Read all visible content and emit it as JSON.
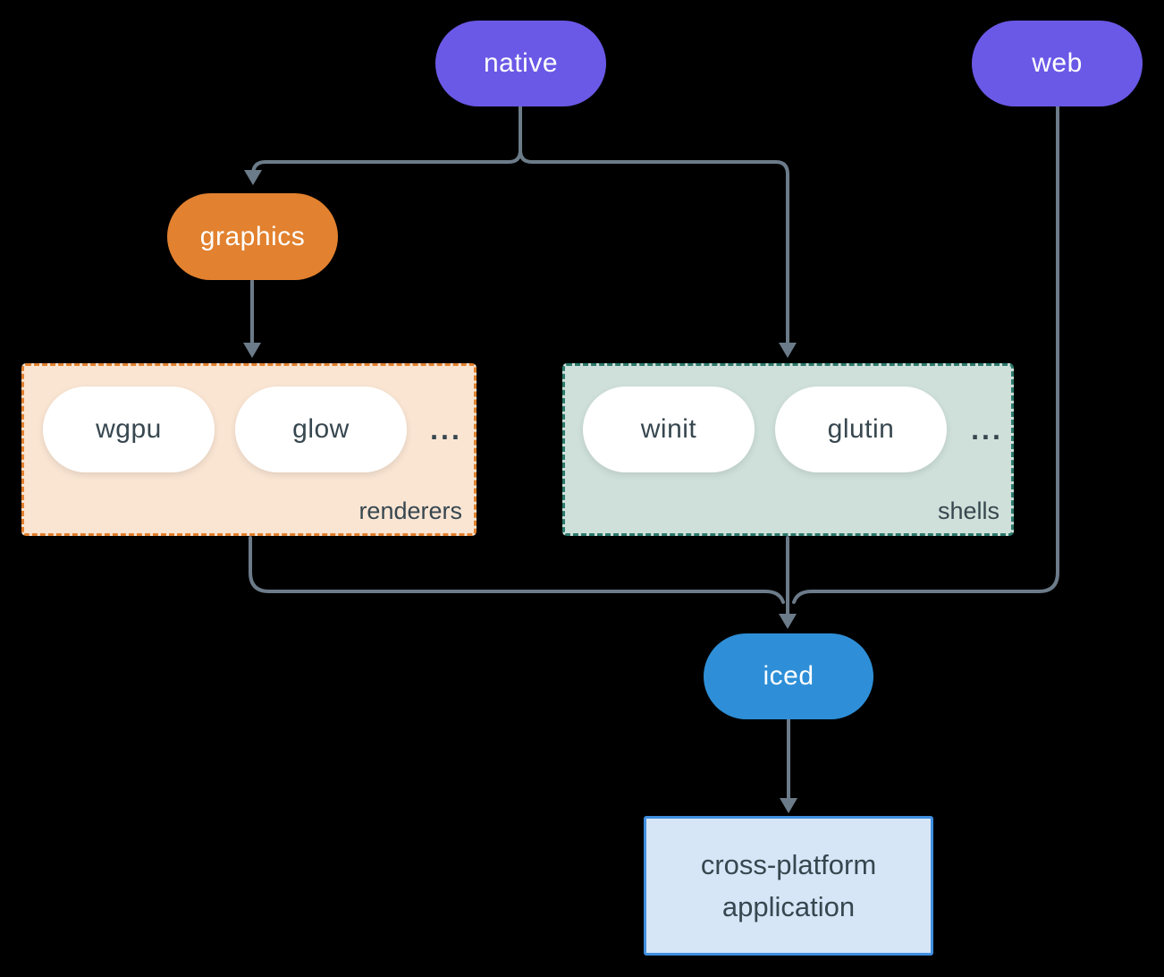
{
  "diagram": {
    "nodes": {
      "native": "native",
      "web": "web",
      "graphics": "graphics",
      "iced": "iced"
    },
    "groups": {
      "renderers": {
        "label": "renderers",
        "items": [
          "wgpu",
          "glow"
        ],
        "more": "..."
      },
      "shells": {
        "label": "shells",
        "items": [
          "winit",
          "glutin"
        ],
        "more": "..."
      }
    },
    "application": {
      "lines": [
        "cross-platform",
        "application"
      ]
    },
    "colors": {
      "node_purple": "#6A59E6",
      "node_orange": "#E2812F",
      "node_blue": "#2E8FD8",
      "renderers_bg": "#FAE5D3",
      "renderers_border": "#E2812F",
      "shells_bg": "#CFE0DA",
      "shells_border": "#2B7A6C",
      "application_bg": "#D6E6F7",
      "application_border": "#3F8FE0",
      "connector": "#6C7B89",
      "text_dark": "#37474F",
      "background": "#000000"
    }
  }
}
